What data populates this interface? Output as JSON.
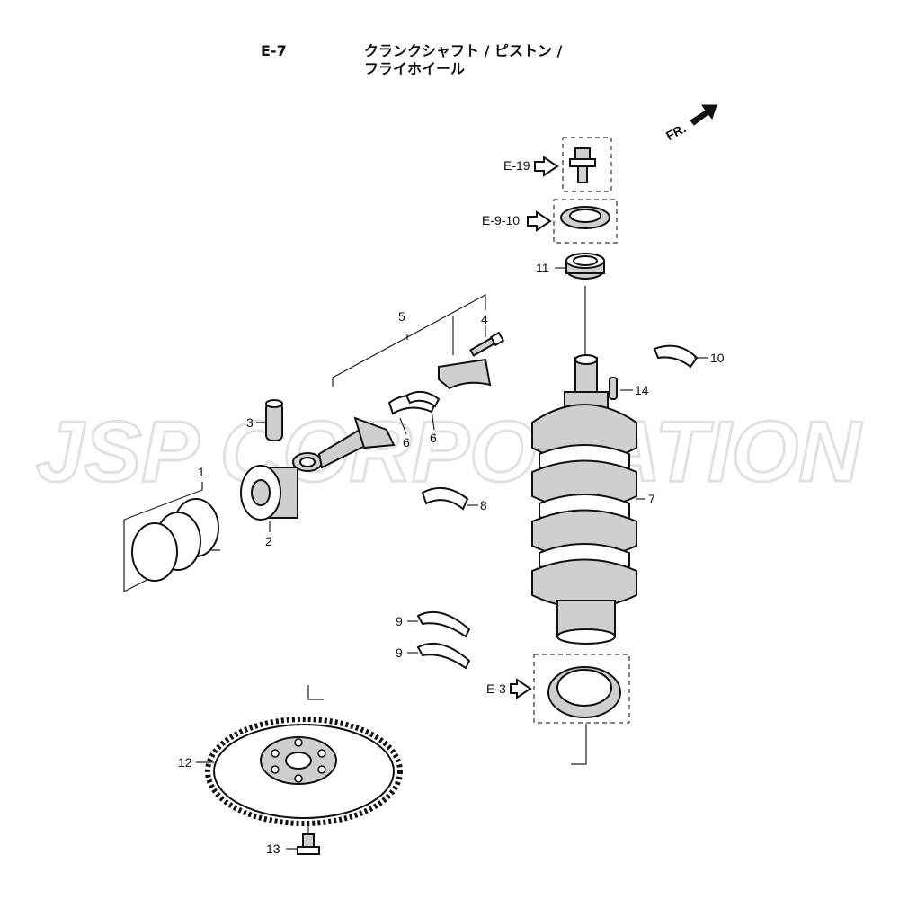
{
  "header": {
    "code": "E-7",
    "title_line1": "クランクシャフト / ピストン /",
    "title_line2": "フライホイール"
  },
  "direction": {
    "label": "FR."
  },
  "watermark": {
    "text": "JSP CORPORATION"
  },
  "refs": {
    "e19": "E-19",
    "e910": "E-9-10",
    "e3": "E-3"
  },
  "callouts": {
    "c1": "1",
    "c2": "2",
    "c3": "3",
    "c4": "4",
    "c5": "5",
    "c6a": "6",
    "c6b": "6",
    "c7": "7",
    "c8": "8",
    "c9a": "9",
    "c9b": "9",
    "c10": "10",
    "c11": "11",
    "c12": "12",
    "c13": "13",
    "c14": "14"
  },
  "colors": {
    "line": "#222222",
    "part_fill": "#cfcfcf",
    "watermark": "#e2e2e2"
  }
}
